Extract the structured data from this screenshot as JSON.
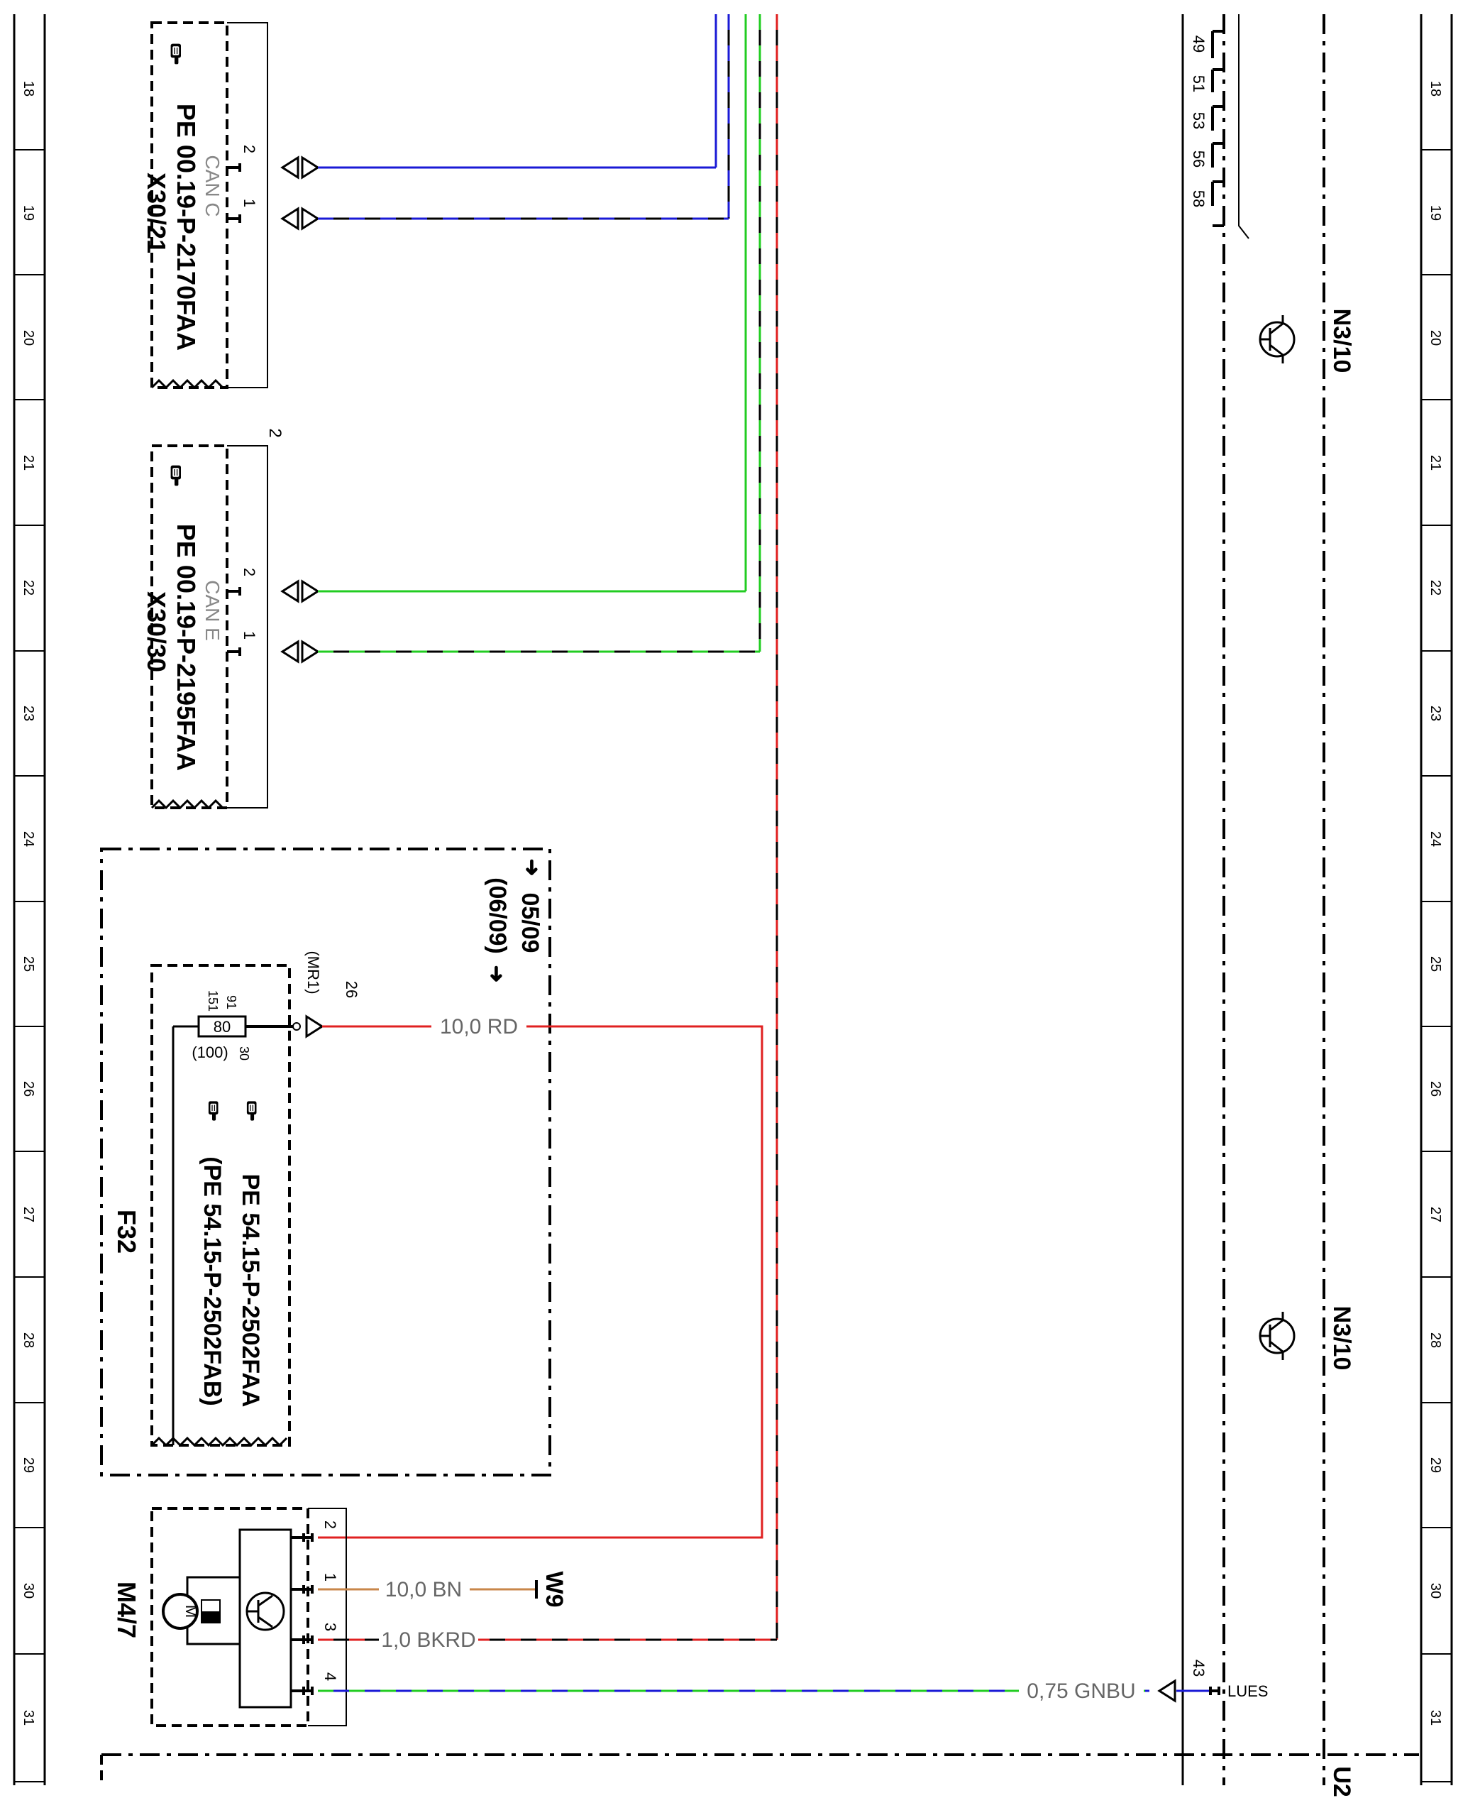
{
  "grid": {
    "numbers": [
      "18",
      "19",
      "20",
      "21",
      "22",
      "23",
      "24",
      "25",
      "26",
      "27",
      "28",
      "29",
      "30",
      "31"
    ]
  },
  "connectors": {
    "x30_21": {
      "ref": "X30/21",
      "doc": "PE 00.19-P-2170FAA",
      "bus": "CAN C",
      "pins": [
        "2",
        "1"
      ]
    },
    "x30_30": {
      "ref": "X30/30",
      "doc": "PE 00.19-P-2195FAA",
      "bus": "CAN E",
      "pins": [
        "2",
        "1"
      ],
      "bracket_num": "2"
    }
  },
  "fuse_box": {
    "ref": "F32",
    "validity_from": "05/09",
    "validity_to": "(06/09)",
    "fuse_value": "80",
    "fuse_rating_alt": "(100)",
    "term_151": "151",
    "term_91": "91",
    "term_30": "30",
    "pin_num": "26",
    "pin_name": "(MR1)",
    "doc1": "PE 54.15-P-2502FAA",
    "doc2": "(PE 54.15-P-2502FAB)"
  },
  "motor": {
    "ref": "M4/7",
    "pins": [
      "2",
      "1",
      "3",
      "4"
    ],
    "motor_letter": "M"
  },
  "wires": {
    "red": "10,0 RD",
    "brown": "10,0 BN",
    "blackred": "1,0 BKRD",
    "gnbu": "0,75 GNBU"
  },
  "ground": "W9",
  "module": {
    "ref": "N3/10",
    "pins": [
      "49",
      "51",
      "53",
      "56",
      "58"
    ],
    "pin43": "43",
    "signal": "LUES",
    "corner": "U2"
  },
  "colors": {
    "blue": "#1a1ad6",
    "green": "#22cc22",
    "red": "#e02020",
    "brown": "#c8864a",
    "black": "#000000"
  }
}
